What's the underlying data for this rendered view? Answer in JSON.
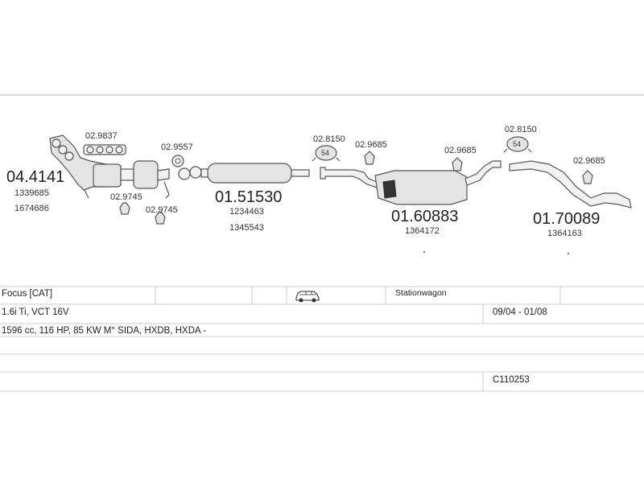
{
  "parts": {
    "p1_number": "04.4141",
    "p1_refs": [
      "1339685",
      "1674686"
    ],
    "p2_number": "01.51530",
    "p2_refs": [
      "1234463",
      "1345543"
    ],
    "p3_number": "01.60883",
    "p3_refs": [
      "1364172"
    ],
    "p4_number": "01.70089",
    "p4_refs": [
      "1364163"
    ]
  },
  "fittings": {
    "gasket_manifold": "02.9837",
    "gasket_cat": "02.9557",
    "mount_a": "02.9745",
    "mount_b": "02.9745",
    "clamp_front": "02.8150",
    "clamp_rear": "02.8150",
    "hanger_1": "02.9685",
    "hanger_2": "02.9685",
    "hanger_3": "02.9685",
    "clamp_size": "54"
  },
  "table": {
    "model": "Focus  [CAT]",
    "body_type": "Stationwagon",
    "engine": "1.6i Ti, VCT 16V",
    "years": "09/04 - 01/08",
    "specs": "1596 cc, 116 HP, 85 KW M° SIDA, HXDB, HXDA -",
    "code": "C110253"
  },
  "icons": {
    "vehicle": "station-wagon-icon"
  },
  "colors": {
    "line": "#555555",
    "grid": "#cccccc",
    "text": "#222222"
  }
}
